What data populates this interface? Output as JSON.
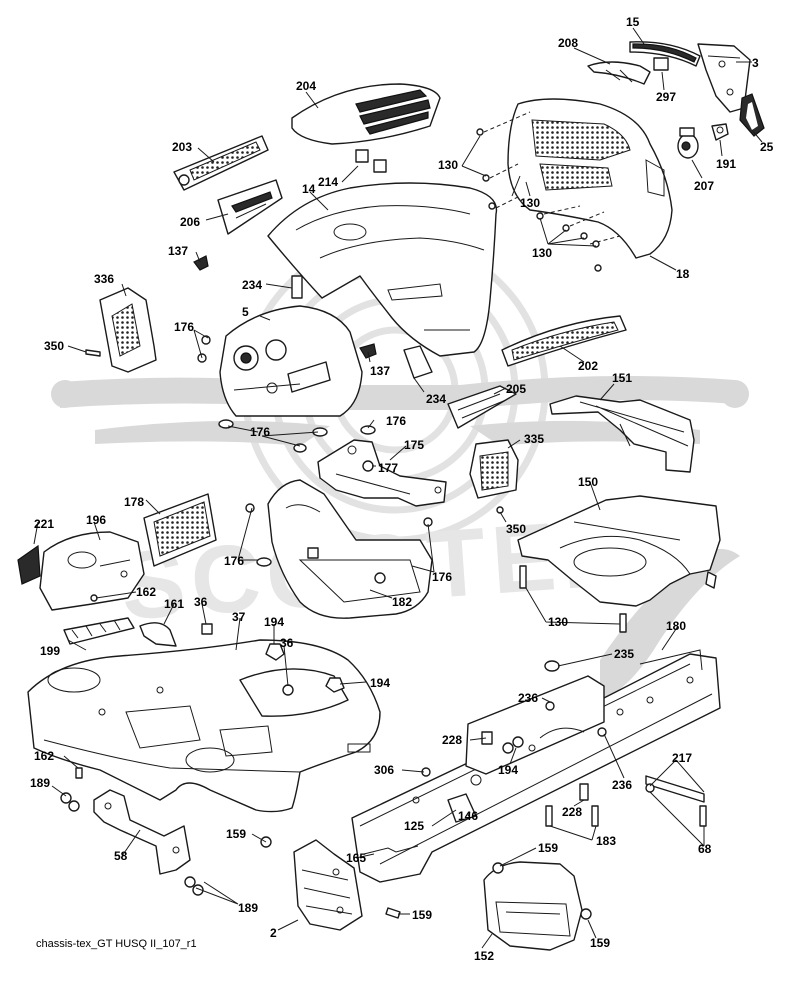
{
  "caption": "chassis-tex_GT HUSQ II_107_r1",
  "watermark": "SCOOTER",
  "labels": {
    "l15": "15",
    "l208": "208",
    "l3": "3",
    "l297": "297",
    "l204": "204",
    "l25": "25",
    "l203": "203",
    "l130a": "130",
    "l214": "214",
    "l14": "14",
    "l191": "191",
    "l207": "207",
    "l130b": "130",
    "l206": "206",
    "l130c": "130",
    "l18": "18",
    "l137a": "137",
    "l336": "336",
    "l234a": "234",
    "l5": "5",
    "l176a": "176",
    "l350a": "350",
    "l137b": "137",
    "l202": "202",
    "l151": "151",
    "l205": "205",
    "l234b": "234",
    "l176b": "176",
    "l176c": "176",
    "l175": "175",
    "l335": "335",
    "l177": "177",
    "l178": "178",
    "l150": "150",
    "l221": "221",
    "l196": "196",
    "l350b": "350",
    "l176d": "176",
    "l176e": "176",
    "l162a": "162",
    "l182": "182",
    "l161": "161",
    "l36a": "36",
    "l37": "37",
    "l130d": "130",
    "l180": "180",
    "l194a": "194",
    "l199": "199",
    "l36b": "36",
    "l235": "235",
    "l194b": "194",
    "l236a": "236",
    "l228a": "228",
    "l162b": "162",
    "l217": "217",
    "l306": "306",
    "l194c": "194",
    "l236b": "236",
    "l189a": "189",
    "l228b": "228",
    "l125": "125",
    "l146": "146",
    "l183": "183",
    "l68": "68",
    "l58": "58",
    "l159a": "159",
    "l159b": "159",
    "l165": "165",
    "l189b": "189",
    "l159c": "159",
    "l2": "2",
    "l159d": "159",
    "l152": "152"
  }
}
